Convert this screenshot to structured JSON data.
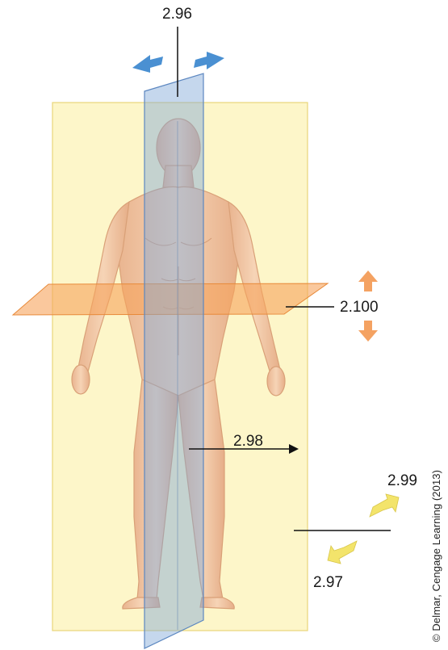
{
  "labels": {
    "sagittal": "2.96",
    "transverse": "2.100",
    "medial_arrow": "2.98",
    "frontal_upper": "2.99",
    "frontal_lower": "2.97"
  },
  "credit": "© Delmar, Cengage Learning (2013)",
  "colors": {
    "frontal_plane": "#fdf6c3",
    "sagittal_plane": "#7fa6d6",
    "transverse_plane": "#f6a45c",
    "blue_arrow": "#4a90d2",
    "orange_arrow": "#f4a262",
    "yellow_arrow": "#f3e46b",
    "skin": "#f4c9a6"
  }
}
